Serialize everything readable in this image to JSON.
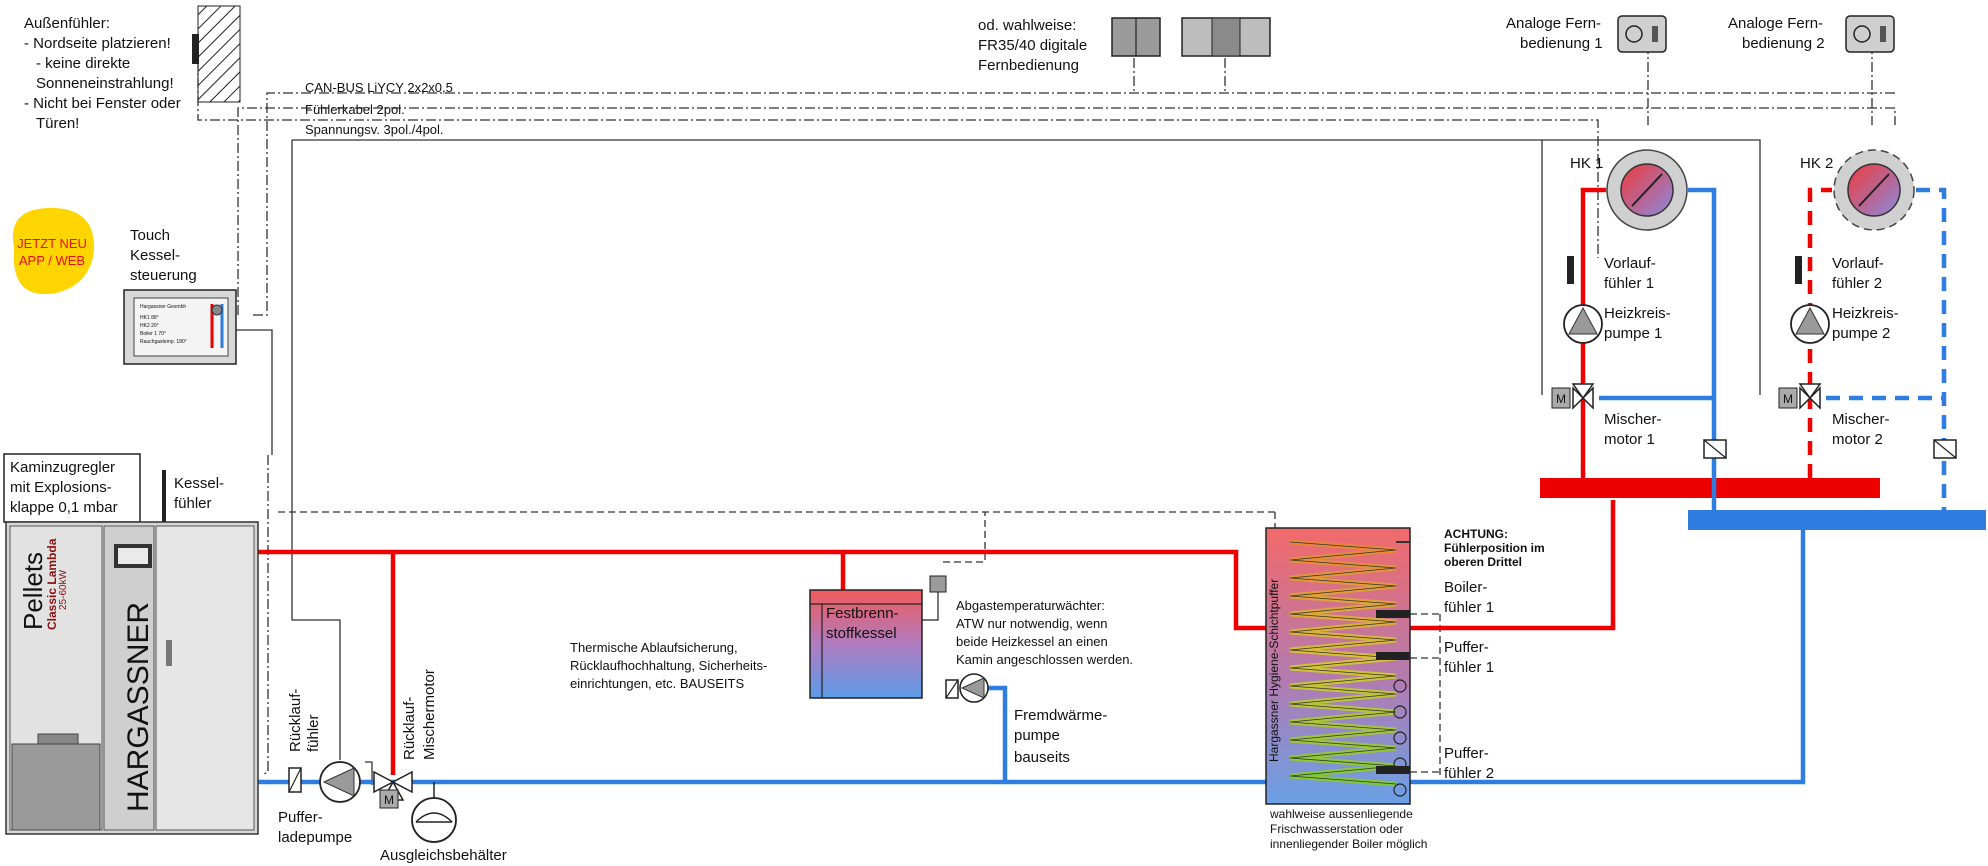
{
  "sensor_note": {
    "title": "Außenfühler:",
    "line1": "- Nordseite platzieren!",
    "line2": "- keine direkte",
    "line3": "Sonneneinstrahlung!",
    "line4": "- Nicht bei Fenster oder",
    "line5": "Türen!"
  },
  "cables": {
    "can_bus": "CAN-BUS LiYCY 2x2x0,5",
    "sensor_cable": "Fühlerkabel 2pol.",
    "power": "Spannungsv. 3pol./4pol."
  },
  "remote_digital": {
    "line1": "od. wahlweise:",
    "line2": "FR35/40 digitale",
    "line3": "Fernbedienung"
  },
  "remote_analog_1": {
    "line1": "Analoge Fern-",
    "line2": "bedienung 1"
  },
  "remote_analog_2": {
    "line1": "Analoge Fern-",
    "line2": "bedienung 2"
  },
  "badge": {
    "line1": "JETZT NEU",
    "line2": "APP / WEB",
    "color": "#ffd500",
    "text_color": "#e8101a"
  },
  "touch_control": {
    "line1": "Touch",
    "line2": "Kessel-",
    "line3": "steuerung",
    "screen_title": "Hargassner Gesmbh",
    "screen_rows": [
      "HK1    88°",
      "HK2    20°",
      "Boiler 1    70°",
      "Rauchgastemp. 180°"
    ]
  },
  "chimney_regulator": {
    "line1": "Kaminzugregler",
    "line2": "mit Explosions-",
    "line3": "klappe 0,1 mbar"
  },
  "boiler_sensor": {
    "line1": "Kessel-",
    "line2": "fühler"
  },
  "boiler": {
    "brand": "HARGASSNER",
    "model_line1": "Pellets",
    "model_line2": "Classic Lambda",
    "model_line3": "25-60kW"
  },
  "return_sensor": {
    "line1": "Rücklauf-",
    "line2": "fühler"
  },
  "return_mixer": {
    "line1": "Rücklauf-",
    "line2": "Mischermotor"
  },
  "buffer_pump": {
    "line1": "Puffer-",
    "line2": "ladepumpe"
  },
  "expansion_tank": {
    "label": "Ausgleichsbehälter"
  },
  "safety_note": {
    "line1": "Thermische Ablaufsicherung,",
    "line2": "Rücklaufhochhaltung, Sicherheits-",
    "line3": "einrichtungen, etc. BAUSEITS"
  },
  "solid_fuel_boiler": {
    "line1": "Festbrenn-",
    "line2": "stoffkessel"
  },
  "flue_gas_note": {
    "line1": "Abgastemperaturwächter:",
    "line2": "ATW nur notwendig, wenn",
    "line3": "beide Heizkessel an einen",
    "line4": "Kamin angeschlossen werden."
  },
  "ext_heat_pump": {
    "line1": "Fremdwärme-",
    "line2": "pumpe",
    "line3": "bauseits"
  },
  "buffer_tank": {
    "vertical_label": "Hargassner Hygiene-Schichtpuffer",
    "note1": "wahlweise aussenliegende",
    "note2": "Frischwasserstation oder",
    "note3": "innenliegender Boiler möglich"
  },
  "attention": {
    "line1": "ACHTUNG:",
    "line2": "Fühlerposition im",
    "line3": "oberen Drittel"
  },
  "boiler_sensor_1": {
    "line1": "Boiler-",
    "line2": "fühler 1"
  },
  "buffer_sensor_1": {
    "line1": "Puffer-",
    "line2": "fühler 1"
  },
  "buffer_sensor_2": {
    "line1": "Puffer-",
    "line2": "fühler 2"
  },
  "hk1": {
    "title": "HK 1",
    "flow_sensor_line1": "Vorlauf-",
    "flow_sensor_line2": "fühler 1",
    "pump_line1": "Heizkreis-",
    "pump_line2": "pumpe 1",
    "mixer_line1": "Mischer-",
    "mixer_line2": "motor 1"
  },
  "hk2": {
    "title": "HK 2",
    "flow_sensor_line1": "Vorlauf-",
    "flow_sensor_line2": "fühler 2",
    "pump_line1": "Heizkreis-",
    "pump_line2": "pumpe 2",
    "mixer_line1": "Mischer-",
    "mixer_line2": "motor 2"
  },
  "mixer_symbol": "M",
  "colors": {
    "flow": "#ee0000",
    "return": "#2f7de0"
  }
}
